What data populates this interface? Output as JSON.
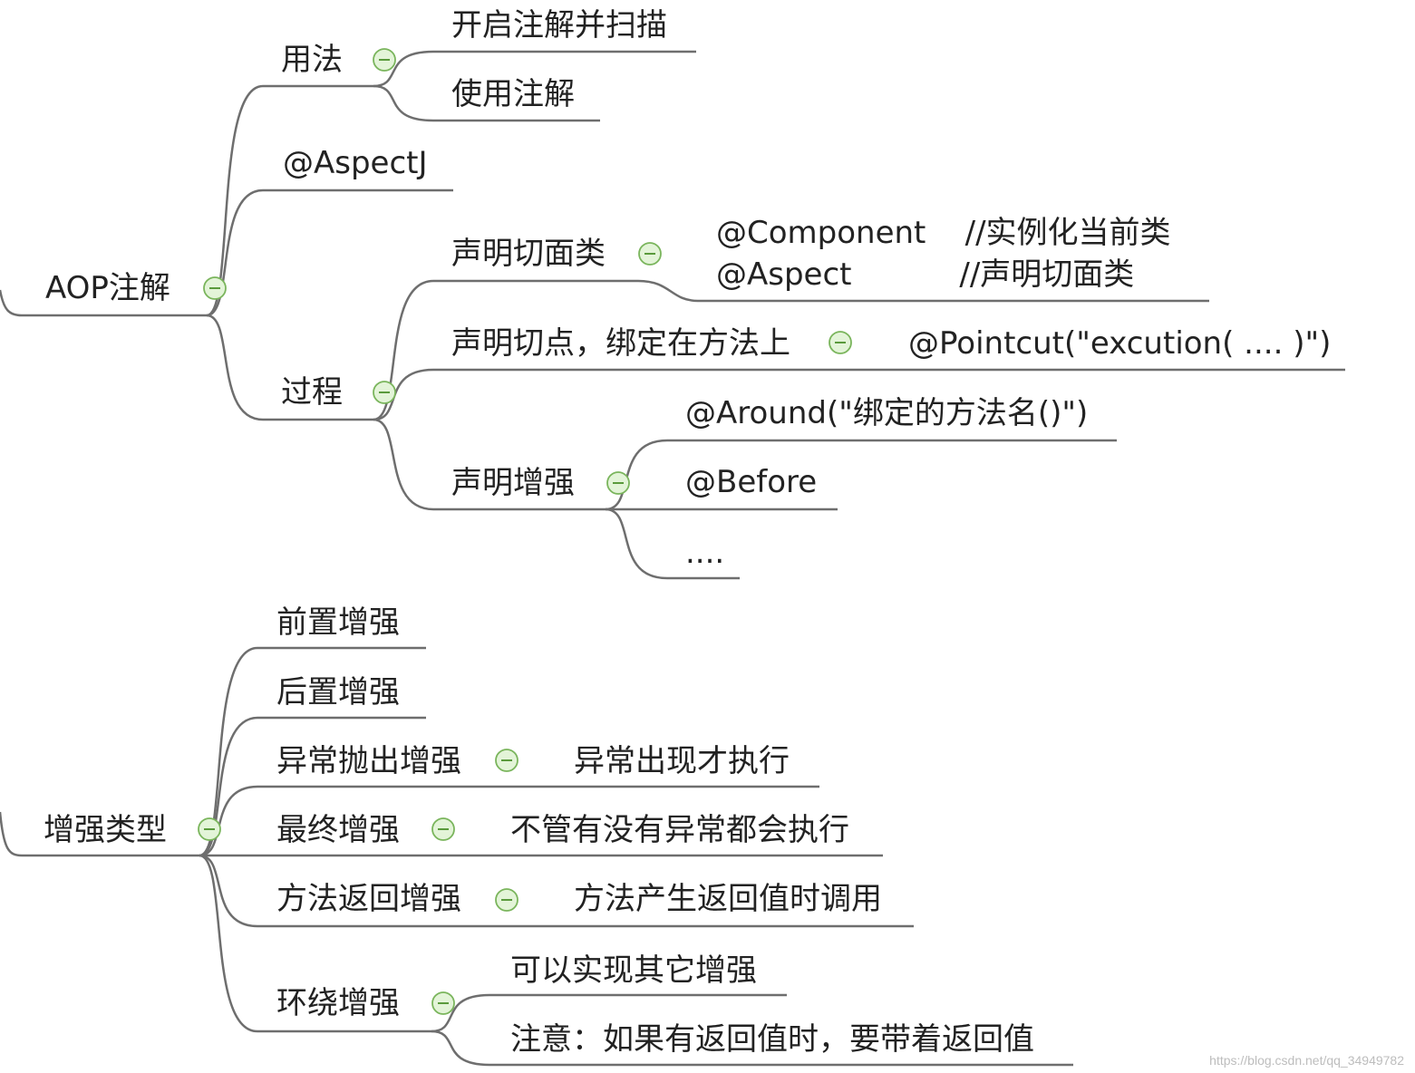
{
  "colors": {
    "line": "#6e6e6e",
    "text": "#222222",
    "toggle_fill": "#e3f4d8",
    "toggle_stroke": "#7ab55c",
    "toggle_bar": "#5a9a3c"
  },
  "icons": {
    "toggle": "collapse-minus-icon"
  },
  "aop": {
    "title": "AOP注解",
    "usage": {
      "label": "用法",
      "children": [
        "开启注解并扫描",
        "使用注解"
      ]
    },
    "aspectj": "@AspectJ",
    "process": {
      "label": "过程",
      "declare_aspect": {
        "label": "声明切面类",
        "line1": "@Component    //实例化当前类",
        "line2": "@Aspect           //声明切面类"
      },
      "declare_pointcut": {
        "label": "声明切点，绑定在方法上",
        "value": "@Pointcut(\"excution( .... )\")"
      },
      "declare_advice": {
        "label": "声明增强",
        "children": [
          "@Around(\"绑定的方法名()\")",
          "@Before",
          "...."
        ]
      }
    }
  },
  "advice_types": {
    "title": "增强类型",
    "items": [
      {
        "label": "前置增强"
      },
      {
        "label": "后置增强"
      },
      {
        "label": "异常抛出增强",
        "detail": "异常出现才执行"
      },
      {
        "label": "最终增强",
        "detail": "不管有没有异常都会执行"
      },
      {
        "label": "方法返回增强",
        "detail": "方法产生返回值时调用"
      },
      {
        "label": "环绕增强",
        "children": [
          "可以实现其它增强",
          "注意：如果有返回值时，要带着返回值"
        ]
      }
    ]
  },
  "watermark": "https://blog.csdn.net/qq_34949782"
}
